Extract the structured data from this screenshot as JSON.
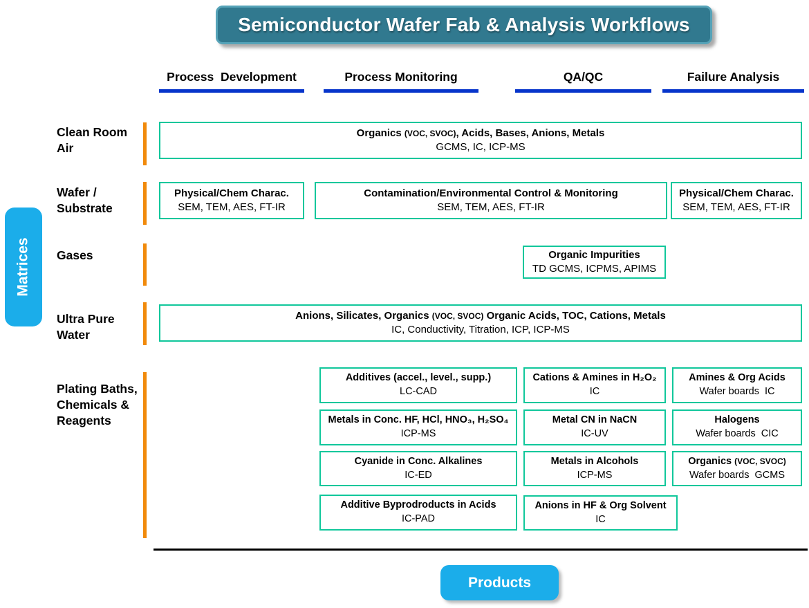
{
  "title": "Semiconductor Wafer Fab & Analysis Workflows",
  "columns": [
    {
      "label": "Process  Development"
    },
    {
      "label": "Process Monitoring"
    },
    {
      "label": "QA/QC"
    },
    {
      "label": "Failure Analysis"
    }
  ],
  "matrices_label": "Matrices",
  "rows": [
    {
      "label": "Clean Room\nAir"
    },
    {
      "label": "Wafer /\nSubstrate"
    },
    {
      "label": "Gases"
    },
    {
      "label": "Ultra Pure\nWater"
    },
    {
      "label": "Plating Baths,\nChemicals &\nReagents"
    }
  ],
  "boxes": {
    "clean_room": {
      "pre": "Organics ",
      "small": "(VOC, SVOC)",
      "post": ", Acids, Bases, Anions, Metals",
      "method": "GCMS, IC, ICP-MS"
    },
    "wafer_pd": {
      "pre": "Physical/Chem Charac.",
      "method": "SEM, TEM, AES, FT-IR"
    },
    "wafer_mon": {
      "pre": "Contamination/Environmental Control & Monitoring",
      "method": "SEM, TEM, AES, FT-IR"
    },
    "wafer_fa": {
      "pre": "Physical/Chem Charac.",
      "method": "SEM, TEM, AES, FT-IR"
    },
    "gases_qaqc": {
      "pre": "Organic Impurities",
      "method": "TD GCMS, ICPMS, APIMS"
    },
    "upw": {
      "pre": "Anions, Silicates, Organics ",
      "small": "(VOC, SVOC)",
      "post": " Organic Acids, TOC, Cations, Metals",
      "method": "IC, Conductivity, Titration, ICP, ICP-MS"
    },
    "plating": {
      "col_monitoring": [
        {
          "pre": "Additives (accel., level., supp.)",
          "method": "LC-CAD"
        },
        {
          "pre": "Metals in Conc. HF, HCl, HNO₃, H₂SO₄",
          "method": "ICP-MS"
        },
        {
          "pre": "Cyanide in Conc. Alkalines",
          "method": "IC-ED"
        },
        {
          "pre": "Additive Byprodroducts in Acids",
          "method": "IC-PAD"
        }
      ],
      "col_qaqc": [
        {
          "pre": "Cations & Amines in H₂O₂",
          "method": "IC"
        },
        {
          "pre": "Metal CN in NaCN",
          "method": "IC-UV"
        },
        {
          "pre": "Metals in Alcohols",
          "method": "ICP-MS"
        },
        {
          "pre": "Anions in HF & Org Solvent",
          "method": "IC"
        }
      ],
      "col_failure": [
        {
          "pre": "Amines & Org Acids",
          "method": "Wafer boards  IC"
        },
        {
          "pre": "Halogens",
          "method": "Wafer boards  CIC"
        },
        {
          "pre": "Organics ",
          "small": "(VOC, SVOC)",
          "post": "",
          "method": "Wafer boards  GCMS"
        }
      ]
    }
  },
  "products_label": "Products",
  "colors": {
    "banner_teal": "#31798f",
    "box_border_green": "#10c79b",
    "bar_orange": "#f18a0b",
    "underline_blue": "#0634cb",
    "accent_cyan": "#1badea"
  }
}
